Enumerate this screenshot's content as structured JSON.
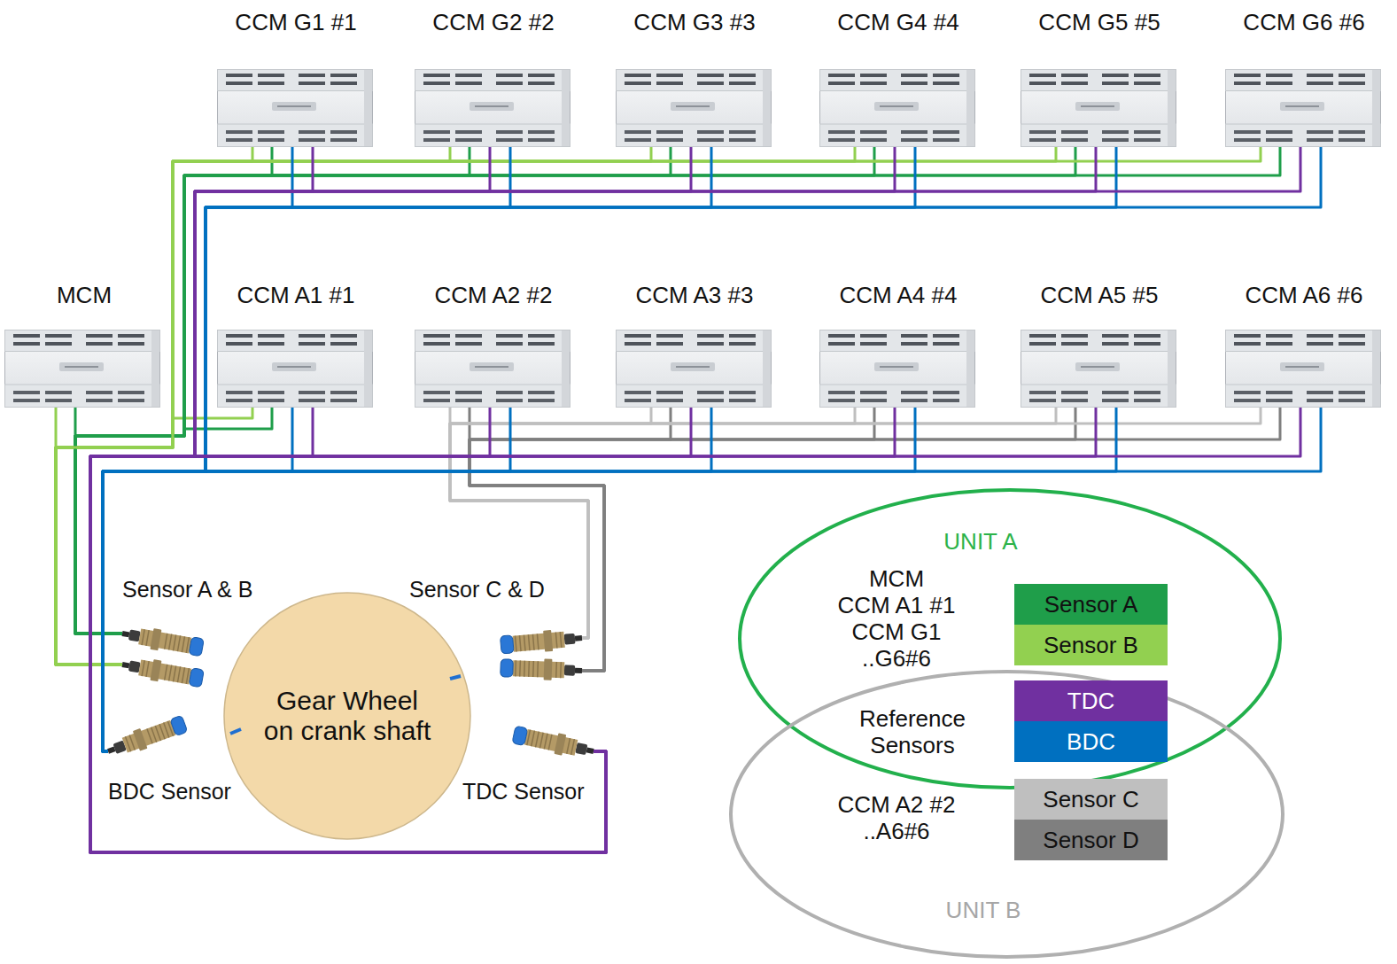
{
  "diagram": {
    "nodes": [
      {
        "text": [
          "CCM G1 #1"
        ]
      },
      {
        "text": [
          "CCM G2 #2"
        ]
      },
      {
        "text": [
          "CCM G3 #3"
        ]
      },
      {
        "text": [
          "CCM G4 #4"
        ]
      },
      {
        "text": [
          "CCM G5 #5"
        ]
      },
      {
        "text": [
          "CCM G6 #6"
        ]
      },
      {
        "text": [
          "MCM"
        ]
      },
      {
        "text": [
          "CCM A1 #1"
        ]
      },
      {
        "text": [
          "CCM A2 #2"
        ]
      },
      {
        "text": [
          "CCM A3 #3"
        ]
      },
      {
        "text": [
          "CCM A4 #4"
        ]
      },
      {
        "text": [
          "CCM A5 #5"
        ]
      },
      {
        "text": [
          "CCM A6 #6"
        ]
      },
      {
        "text": [
          "Sensor A & B"
        ]
      },
      {
        "text": [
          "Sensor C & D"
        ]
      },
      {
        "text": [
          "Gear Wheel on crank shaft"
        ]
      },
      {
        "text": [
          "BDC Sensor"
        ]
      },
      {
        "text": [
          "TDC Sensor"
        ]
      },
      {
        "text": [
          "UNIT A",
          "MCM",
          "CCM A1 #1",
          "CCM G1 ..G6#6"
        ]
      },
      {
        "text": [
          "CCM A2 #2 ..A6#6",
          "UNIT B"
        ]
      }
    ],
    "edges": [
      {
        "from": 13,
        "to": 6,
        "arrow": "none"
      },
      {
        "from": 13,
        "to": 7,
        "arrow": "none"
      },
      {
        "from": 13,
        "to": 0,
        "arrow": "none"
      },
      {
        "from": 13,
        "to": 1,
        "arrow": "none"
      },
      {
        "from": 13,
        "to": 2,
        "arrow": "none"
      },
      {
        "from": 13,
        "to": 3,
        "arrow": "none"
      },
      {
        "from": 13,
        "to": 4,
        "arrow": "none"
      },
      {
        "from": 13,
        "to": 5,
        "arrow": "none"
      },
      {
        "from": 14,
        "to": 8,
        "arrow": "none"
      },
      {
        "from": 14,
        "to": 9,
        "arrow": "none"
      },
      {
        "from": 14,
        "to": 10,
        "arrow": "none"
      },
      {
        "from": 14,
        "to": 11,
        "arrow": "none"
      },
      {
        "from": 14,
        "to": 12,
        "arrow": "none"
      },
      {
        "from": 16,
        "to": 7,
        "arrow": "none"
      },
      {
        "from": 16,
        "to": 8,
        "arrow": "none"
      },
      {
        "from": 16,
        "to": 9,
        "arrow": "none"
      },
      {
        "from": 16,
        "to": 10,
        "arrow": "none"
      },
      {
        "from": 16,
        "to": 11,
        "arrow": "none"
      },
      {
        "from": 16,
        "to": 12,
        "arrow": "none"
      },
      {
        "from": 16,
        "to": 0,
        "arrow": "none"
      },
      {
        "from": 16,
        "to": 1,
        "arrow": "none"
      },
      {
        "from": 16,
        "to": 2,
        "arrow": "none"
      },
      {
        "from": 16,
        "to": 3,
        "arrow": "none"
      },
      {
        "from": 16,
        "to": 4,
        "arrow": "none"
      },
      {
        "from": 16,
        "to": 5,
        "arrow": "none"
      },
      {
        "from": 17,
        "to": 7,
        "arrow": "none"
      },
      {
        "from": 17,
        "to": 8,
        "arrow": "none"
      },
      {
        "from": 17,
        "to": 9,
        "arrow": "none"
      },
      {
        "from": 17,
        "to": 10,
        "arrow": "none"
      },
      {
        "from": 17,
        "to": 11,
        "arrow": "none"
      },
      {
        "from": 17,
        "to": 12,
        "arrow": "none"
      },
      {
        "from": 17,
        "to": 0,
        "arrow": "none"
      },
      {
        "from": 17,
        "to": 1,
        "arrow": "none"
      },
      {
        "from": 17,
        "to": 2,
        "arrow": "none"
      },
      {
        "from": 17,
        "to": 3,
        "arrow": "none"
      },
      {
        "from": 17,
        "to": 4,
        "arrow": "none"
      },
      {
        "from": 17,
        "to": 5,
        "arrow": "none"
      }
    ],
    "labels": [
      "Reference Sensors"
    ],
    "legend": [
      {
        "text": "Sensor A",
        "color": "#1f9e4a"
      },
      {
        "text": "Sensor B",
        "color": "#92d050"
      },
      {
        "text": "TDC",
        "color": "#7030a0"
      },
      {
        "text": "BDC",
        "color": "#0070c0"
      },
      {
        "text": "Sensor C",
        "color": "#bfbfbf"
      },
      {
        "text": "Sensor D",
        "color": "#7f7f7f"
      }
    ]
  }
}
